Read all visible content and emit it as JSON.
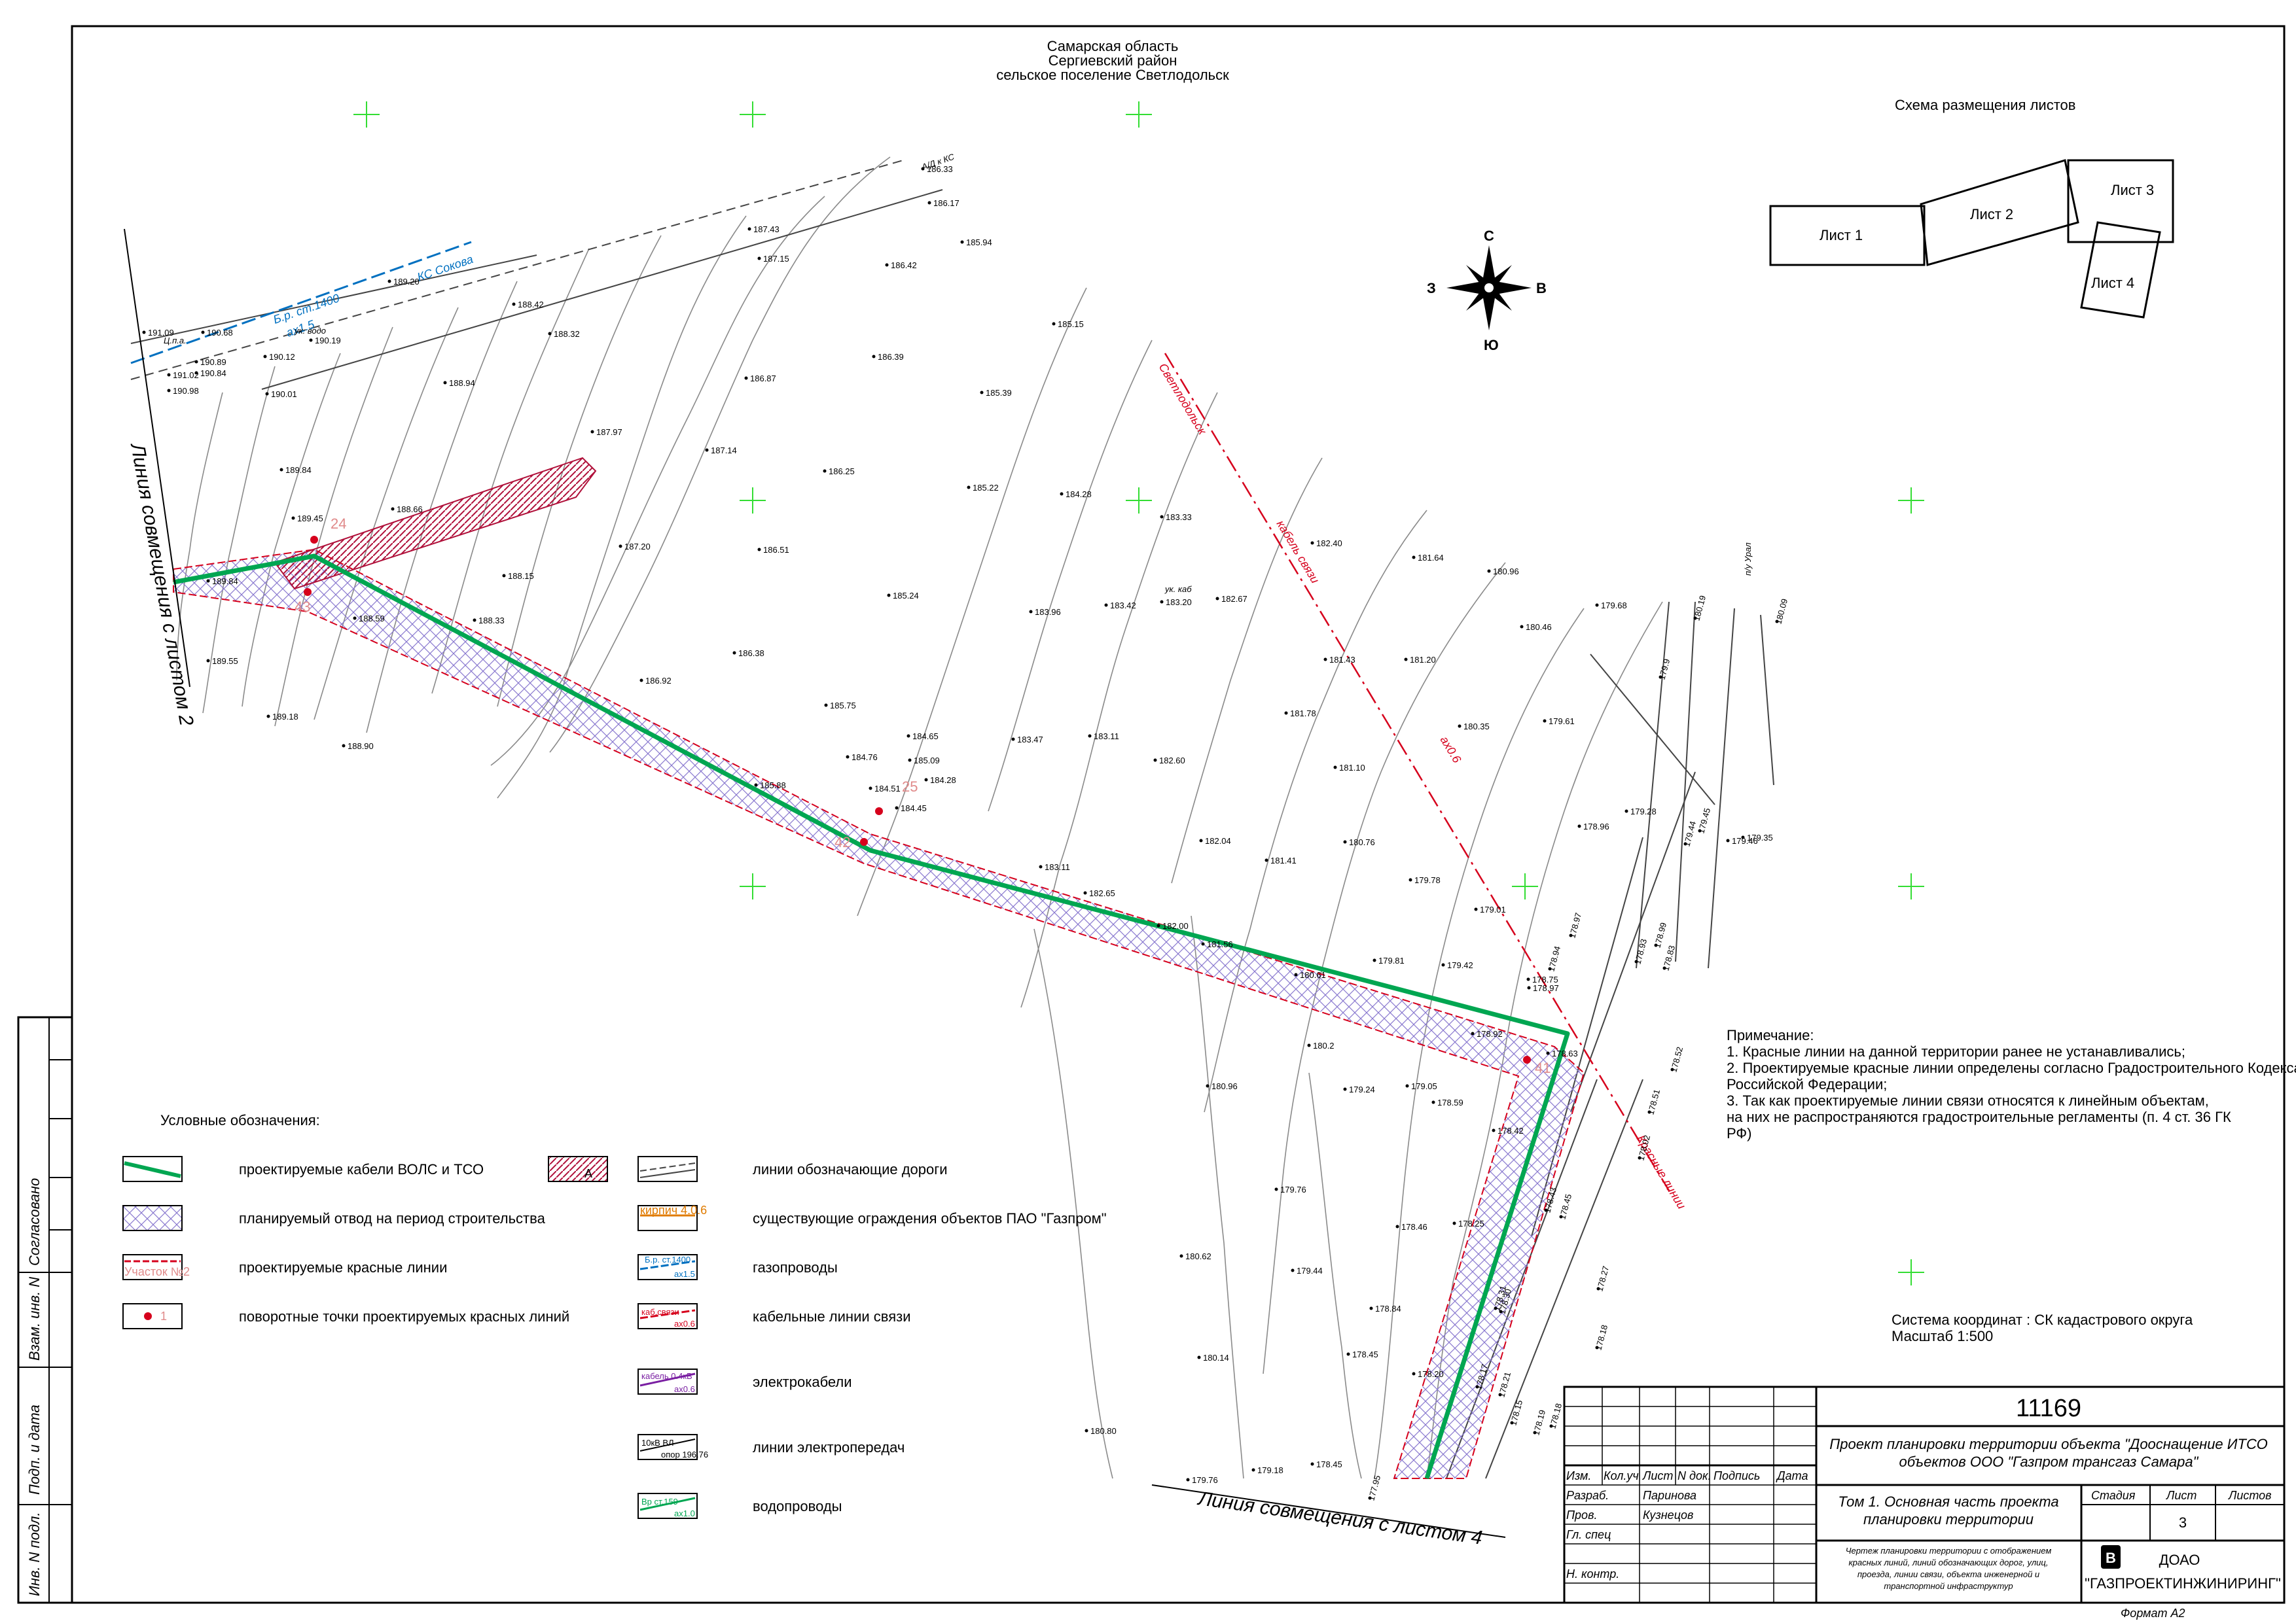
{
  "header": {
    "region_line1": "Самарская область",
    "region_line2": "Сергиевский район",
    "region_line3": "сельское поселение Светлодольск"
  },
  "compass": {
    "north": "С",
    "south": "Ю",
    "west": "З",
    "east": "В"
  },
  "sheet_scheme": {
    "title": "Схема размещения листов",
    "sheets": [
      "Лист 1",
      "Лист 2",
      "Лист 3",
      "Лист 4"
    ]
  },
  "match_lines": {
    "left": "Линия совмещения с листом 2",
    "bottom": "Линия совмещения с листом 4"
  },
  "turn_points": [
    "24",
    "43",
    "25",
    "42",
    "41"
  ],
  "elevations": [
    "186.33",
    "186.17",
    "187.43",
    "187.15",
    "185.94",
    "186.42",
    "188.42",
    "188.32",
    "189.20",
    "191.09",
    "190.68",
    "190.89",
    "190.84",
    "191.02",
    "190.98",
    "190.12",
    "190.01",
    "190.19",
    "186.39",
    "185.39",
    "185.15",
    "186.87",
    "188.94",
    "187.97",
    "187.14",
    "186.25",
    "185.22",
    "184.28",
    "183.33",
    "189.84",
    "189.45",
    "188.66",
    "187.20",
    "186.51",
    "185.24",
    "183.96",
    "183.42",
    "183.20",
    "182.67",
    "182.40",
    "181.64",
    "180.96",
    "180.46",
    "179.68",
    "188.15",
    "188.33",
    "186.38",
    "186.92",
    "185.75",
    "189.84",
    "188.59",
    "189.55",
    "189.18",
    "188.90",
    "184.65",
    "185.09",
    "184.28",
    "184.76",
    "184.51",
    "184.45",
    "185.88",
    "183.47",
    "183.11",
    "182.60",
    "181.78",
    "181.43",
    "181.20",
    "180.35",
    "179.61",
    "181.10",
    "180.76",
    "179.78",
    "182.04",
    "181.41",
    "183.11",
    "182.65",
    "182.00",
    "181.56",
    "180.61",
    "179.81",
    "179.42",
    "179.01",
    "178.96",
    "179.28",
    "178.75",
    "178.97",
    "178.92",
    "178.63",
    "180.2",
    "179.24",
    "179.05",
    "178.59",
    "178.42",
    "180.96",
    "179.76",
    "178.46",
    "178.25",
    "180.62",
    "179.44",
    "178.45",
    "178.84",
    "180.14",
    "178.20",
    "180.80",
    "179.76",
    "179.18",
    "178.45",
    "177.95",
    "179.9",
    "180.19",
    "180.09",
    "178.94",
    "178.97",
    "178.99",
    "178.93",
    "178.83",
    "178.52",
    "178.51",
    "178.02",
    "179.45",
    "179.44",
    "179.46",
    "179.35",
    "178.43",
    "178.45",
    "178.27",
    "178.18",
    "178.31",
    "178.30",
    "178.17",
    "178.21",
    "178.15",
    "178.19",
    "178.18"
  ],
  "map_labels": {
    "gas_pipe": "Б.р. ст.1400",
    "gas_pipe_2": "ах1.5",
    "ks": "КС Сокова",
    "road": "А/Д к КС",
    "cable": "кабель связи",
    "cable_2": "ах0.6",
    "svetlodolsk": "Светлодольск",
    "red_label": "Красные линии",
    "cpa": "Ц.п.а.",
    "uk": "ук. водо",
    "uk2": "ук. каб",
    "ogr": "п/у Урал"
  },
  "legend": {
    "title": "Условные обозначения:",
    "items_left": [
      "проектируемые кабели ВОЛС и ТСО",
      "планируемый отвод на период строительства",
      "проектируемые красные линии",
      "поворотные точки проектируемых красных линий"
    ],
    "items_right": [
      "линии обозначающие дороги",
      "существующие ограждения объектов ПАО \"Газпром\"",
      "газопроводы",
      "кабельные линии связи",
      "электрокабели",
      "линии электропередач",
      "водопроводы"
    ],
    "sample_red": "Участок №2",
    "sample_fence": "кирпич 4.0.6",
    "sample_gas": "Б.р. ст.1400",
    "sample_gas2": "ах1.5",
    "sample_cab": "каб.связи",
    "sample_cab2": "ах0.6",
    "sample_el": "кабель 0.4кВ",
    "sample_el2": "ах0.6",
    "sample_lep": "10кВ ВЛ",
    "sample_lep2": "опор 196.76",
    "sample_wat": "Вр ст.159",
    "sample_wat2": "ах1.0",
    "sample_point": "1",
    "sample_a": "А"
  },
  "notes": {
    "title": "Примечание:",
    "lines": [
      "1. Красные линии на данной территории ранее не устанавливались;",
      "2. Проектируемые красные линии определены согласно Градостроительного Кодекса",
      "    Российской Федерации;",
      "3. Так как проектируемые линии связи относятся к линейным объектам,",
      "    на них не распространяются градостроительные регламенты (п. 4 ст. 36 ГК",
      "РФ)"
    ]
  },
  "coords": {
    "system": "Система координат :  СК кадастрового округа",
    "scale": "Масштаб 1:500"
  },
  "side_stamp": [
    "Согласовано",
    "Взам. инв. N",
    "Подп. и дата",
    "Инв. N подл."
  ],
  "title_block": {
    "code": "11169",
    "project": "Проект планировки территории объекта \"Дооснащение ИТСО",
    "project2": "объектов ООО \"Газпром трансгаз Самара\"",
    "headers": [
      "Изм.",
      "Кол.уч",
      "Лист",
      "N док.",
      "Подпись",
      "Дата"
    ],
    "roles": [
      "Разраб.",
      "Пров.",
      "Гл. спец",
      "Н. контр."
    ],
    "names": [
      "Паринова",
      "Кузнецов"
    ],
    "volume": "Том 1. Основная часть проекта",
    "volume2": "планировки территории",
    "stage": "Стадия",
    "sheet": "Лист",
    "sheets": "Листов",
    "sheet_no": "3",
    "drawing": "Чертеж планировки территории с отображением",
    "drawing2": "красных линий, линий обозначающих дорог, улиц,",
    "drawing3": "проезда, линии связи, объекта инженерной и",
    "drawing4": "транспортной инфраструктур",
    "org": "ДОАО",
    "org2": "\"ГАЗПРОЕКТИНЖИНИРИНГ\"",
    "format": "Формат А2"
  },
  "colors": {
    "red": "#d6001c",
    "green": "#00a651",
    "blue": "#0070c0",
    "hatch": "#8a7ad0",
    "grid": "#33dd33",
    "gray": "#8a8a8a",
    "purple": "#7a1fa2",
    "orange": "#e07b00"
  }
}
